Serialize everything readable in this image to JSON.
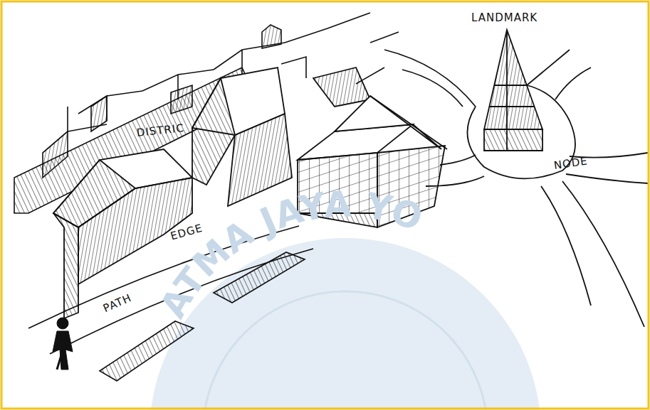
{
  "diagram": {
    "labels": [
      "LANDMARK",
      "DISTRIC",
      "NODE",
      "EDGE",
      "PATH",
      "ATMA JAYA YO"
    ]
  }
}
